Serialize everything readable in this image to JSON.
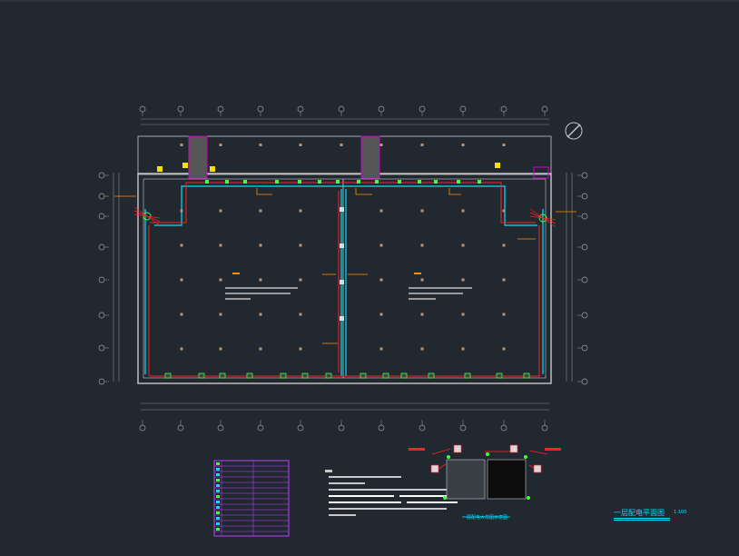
{
  "drawing": {
    "background": "#212830",
    "title": "一层配电平面图",
    "scale": "1:100",
    "legend_caption": "一层配电大样图示意图"
  },
  "colors": {
    "wall": "#c8c8c8",
    "grid": "#9e9e9e",
    "power_line": "#ff2020",
    "cable_tray": "#00e0ff",
    "leader": "#ff8c00",
    "device": "#40ff40",
    "stair": "#d000d0",
    "column": "#b8977a",
    "schedule": "#c040ff"
  },
  "icons": [
    "north-arrow-icon",
    "distribution-box-icon",
    "socket-icon"
  ]
}
